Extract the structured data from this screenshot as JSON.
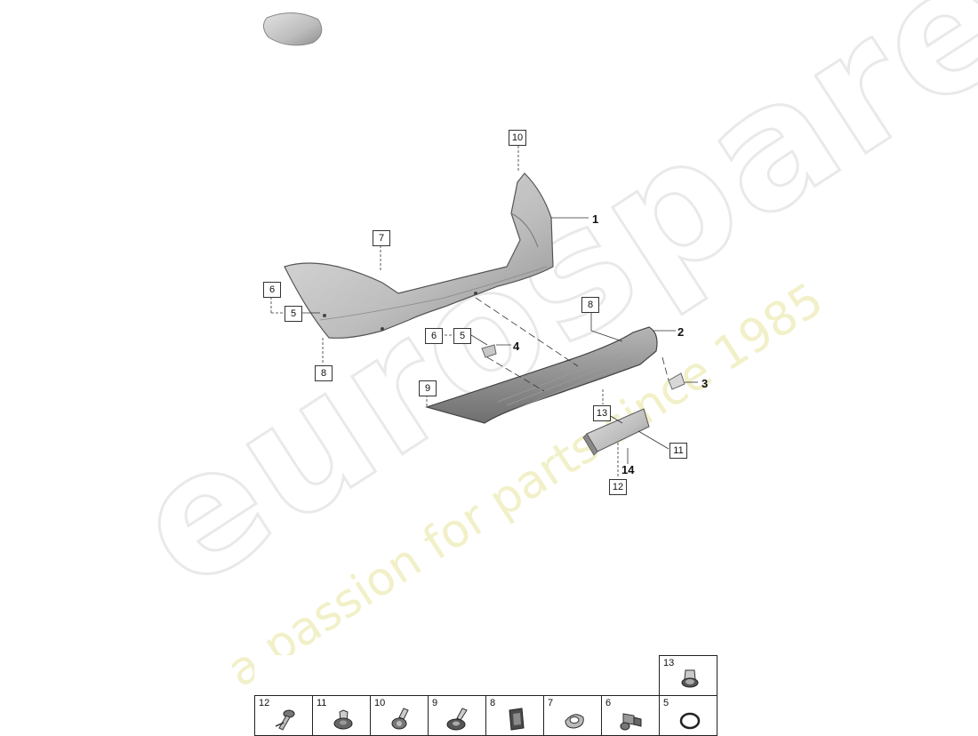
{
  "watermark": {
    "logo_text": "eurospares",
    "tagline": "a passion for parts since 1985"
  },
  "colors": {
    "part_fill": "#c8c8c8",
    "part_stroke": "#555555",
    "watermark_gray": "#e9e9e9",
    "watermark_yellow": "#f1f0c8"
  },
  "callouts": {
    "c1": "1",
    "c2": "2",
    "c3": "3",
    "c4": "4",
    "c5a": "5",
    "c5b": "5",
    "c6a": "6",
    "c6b": "6",
    "c7": "7",
    "c8a": "8",
    "c8b": "8",
    "c9": "9",
    "c10": "10",
    "c11": "11",
    "c12": "12",
    "c13": "13",
    "c14": "14"
  },
  "parts_table": {
    "top_row": [
      {
        "num": "13",
        "icon": "flange-bolt-icon"
      }
    ],
    "bottom_row": [
      {
        "num": "12",
        "icon": "expanding-rivet-icon"
      },
      {
        "num": "11",
        "icon": "screw-icon"
      },
      {
        "num": "10",
        "icon": "hex-screw-icon"
      },
      {
        "num": "9",
        "icon": "washer-screw-icon"
      },
      {
        "num": "8",
        "icon": "clip-nut-icon"
      },
      {
        "num": "7",
        "icon": "spring-nut-icon"
      },
      {
        "num": "6",
        "icon": "sensor-holder-icon"
      },
      {
        "num": "5",
        "icon": "o-ring-icon"
      }
    ]
  }
}
